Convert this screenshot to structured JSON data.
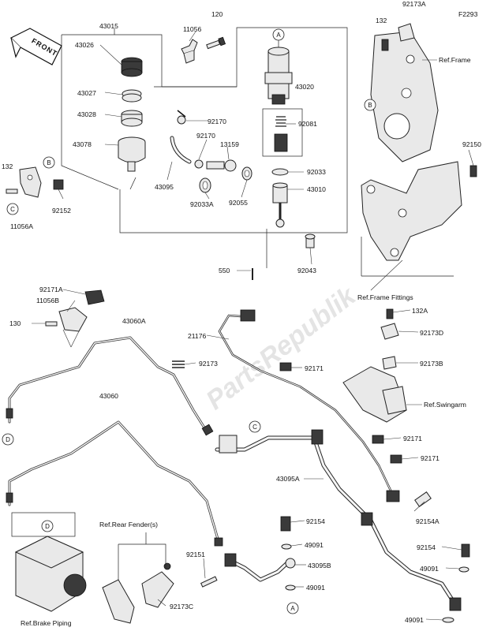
{
  "figure_code": "F2293",
  "front_label": "FRONT",
  "watermark": "PartsRepublik",
  "parts": {
    "p43015": "43015",
    "p43026": "43026",
    "p43027": "43027",
    "p43028": "43028",
    "p43078": "43078",
    "p11056": "11056",
    "p120": "120",
    "p92170a": "92170",
    "p92170b": "92170",
    "p43095": "43095",
    "p13159": "13159",
    "p92033a": "92033A",
    "p92055": "92055",
    "p43020": "43020",
    "p92081": "92081",
    "p92033": "92033",
    "p43010": "43010",
    "p550": "550",
    "p92043": "92043",
    "p132a": "132",
    "p92173a": "92173A",
    "p92150": "92150",
    "p132b": "132",
    "p92152": "92152",
    "p11056a": "11056A",
    "p92171a": "92171A",
    "p11056b": "11056B",
    "p130": "130",
    "p43060a": "43060A",
    "p92173": "92173",
    "p43060": "43060",
    "p21176": "21176",
    "p132A": "132A",
    "p92173d": "92173D",
    "p92173b": "92173B",
    "p92171b": "92171",
    "p92171c": "92171",
    "p92171d": "92171",
    "p43095a": "43095A",
    "p92154": "92154",
    "p92154a": "92154A",
    "p49091a": "49091",
    "p43095b": "43095B",
    "p49091b": "49091",
    "p92151": "92151",
    "p92154b": "92154",
    "p49091c": "49091",
    "p49091d": "49091",
    "p92173c": "92173C"
  },
  "refs": {
    "frame": "Ref.Frame",
    "frame_fittings": "Ref.Frame Fittings",
    "swingarm": "Ref.Swingarm",
    "rear_fender": "Ref.Rear Fender(s)",
    "brake_piping": "Ref.Brake Piping"
  },
  "callouts": {
    "a1": "A",
    "a2": "A",
    "b1": "B",
    "b2": "B",
    "c1": "C",
    "c2": "C",
    "d1": "D",
    "d2": "D"
  }
}
